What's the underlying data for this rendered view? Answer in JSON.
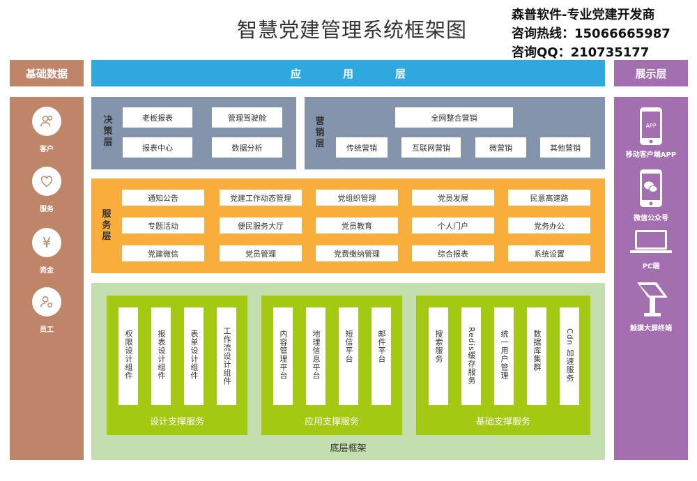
{
  "title": "智慧党建管理系统框架图",
  "vendor": {
    "line1": "森普软件-专业党建开发商",
    "line2": "咨询热线：15066665987",
    "line3": "咨询QQ：210735177"
  },
  "left_header": "基础数据",
  "app_layer": "应用层",
  "right_header": "展示层",
  "base_items": [
    {
      "label": "客户",
      "icon": "people-icon"
    },
    {
      "label": "服务",
      "icon": "heart-icon"
    },
    {
      "label": "资金",
      "icon": "yen-icon"
    },
    {
      "label": "员工",
      "icon": "user-gear-icon"
    }
  ],
  "yen_glyph": "¥",
  "decision": {
    "label": "决策层",
    "items": [
      "老板报表",
      "管理驾驶舱",
      "报表中心",
      "数据分析"
    ]
  },
  "marketing": {
    "label": "营销层",
    "top": "全网整合营销",
    "items": [
      "传统营销",
      "互联网营销",
      "微营销",
      "其他营销"
    ]
  },
  "service": {
    "label": "服务层",
    "items": [
      "通知公告",
      "党建工作动态管理",
      "党组织管理",
      "党员发展",
      "民意高速路",
      "专题活动",
      "便民服务大厅",
      "党员教育",
      "个人门户",
      "党务办公",
      "党建微信",
      "党员管理",
      "党费缴纳管理",
      "综合报表",
      "系统设置"
    ]
  },
  "bottom": {
    "label": "底层框架",
    "groups": [
      {
        "label": "设计支撑服务",
        "items": [
          "权限设计组件",
          "报表设计组件",
          "表单设计组件",
          "工作流设计组件"
        ]
      },
      {
        "label": "应用支撑服务",
        "items": [
          "内容管理平台",
          "地理信息平台",
          "短信平台",
          "邮件平台"
        ]
      },
      {
        "label": "基础支撑服务",
        "items": [
          "搜索服务",
          "Redis缓存服务",
          "统一用户管理",
          "数据库集群",
          "Cdn 加速服务"
        ]
      }
    ]
  },
  "display_items": [
    {
      "label": "移动客户端APP",
      "icon": "phone-app-icon"
    },
    {
      "label": "微信公众号",
      "icon": "phone-wechat-icon"
    },
    {
      "label": "PC端",
      "icon": "laptop-icon"
    },
    {
      "label": "触摸大屏终端",
      "icon": "kiosk-icon"
    }
  ],
  "app_glyph": "APP",
  "colors": {
    "tan": "#bf8569",
    "purple": "#a36fb1",
    "blue": "#2ea8df",
    "gray": "#8594ad",
    "orange": "#f9ae3b",
    "light_green": "#c5deb0",
    "green": "#a3c912"
  }
}
